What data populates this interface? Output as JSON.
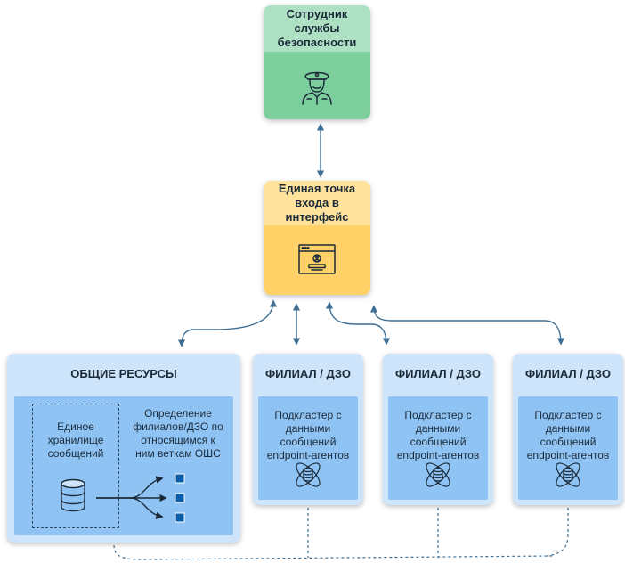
{
  "security_officer": {
    "title": "Сотрудник службы безопасности",
    "icon": "security-officer-icon"
  },
  "entry_point": {
    "title": "Единая точка входа в интерфейс",
    "icon": "user-login-window-icon"
  },
  "shared_resources": {
    "title": "ОБЩИЕ РЕСУРСЫ",
    "storage_label": "Единое хранилище сообщений",
    "definition_label": "Определение филиалов/ДЗО по относящимся к ним веткам ОШС",
    "storage_icon": "database-icon",
    "branch_markers": [
      "square-marker",
      "square-marker",
      "square-marker"
    ]
  },
  "branches": [
    {
      "title": "ФИЛИАЛ / ДЗО",
      "text": "Подкластер с данными сообщений endpoint-агентов",
      "icon": "cluster-database-icon"
    },
    {
      "title": "ФИЛИАЛ / ДЗО",
      "text": "Подкластер с данными сообщений endpoint-агентов",
      "icon": "cluster-database-icon"
    },
    {
      "title": "ФИЛИАЛ / ДЗО",
      "text": "Подкластер с данными сообщений endpoint-агентов",
      "icon": "cluster-database-icon"
    }
  ],
  "colors": {
    "green_header": "#aee0c3",
    "green_body": "#7ccf9c",
    "yellow_header": "#ffe29c",
    "yellow_body": "#ffd166",
    "blue_light": "#cde4fb",
    "blue_mid": "#8fc3f3",
    "marker": "#0d5ea8",
    "line": "#3e6e93"
  }
}
